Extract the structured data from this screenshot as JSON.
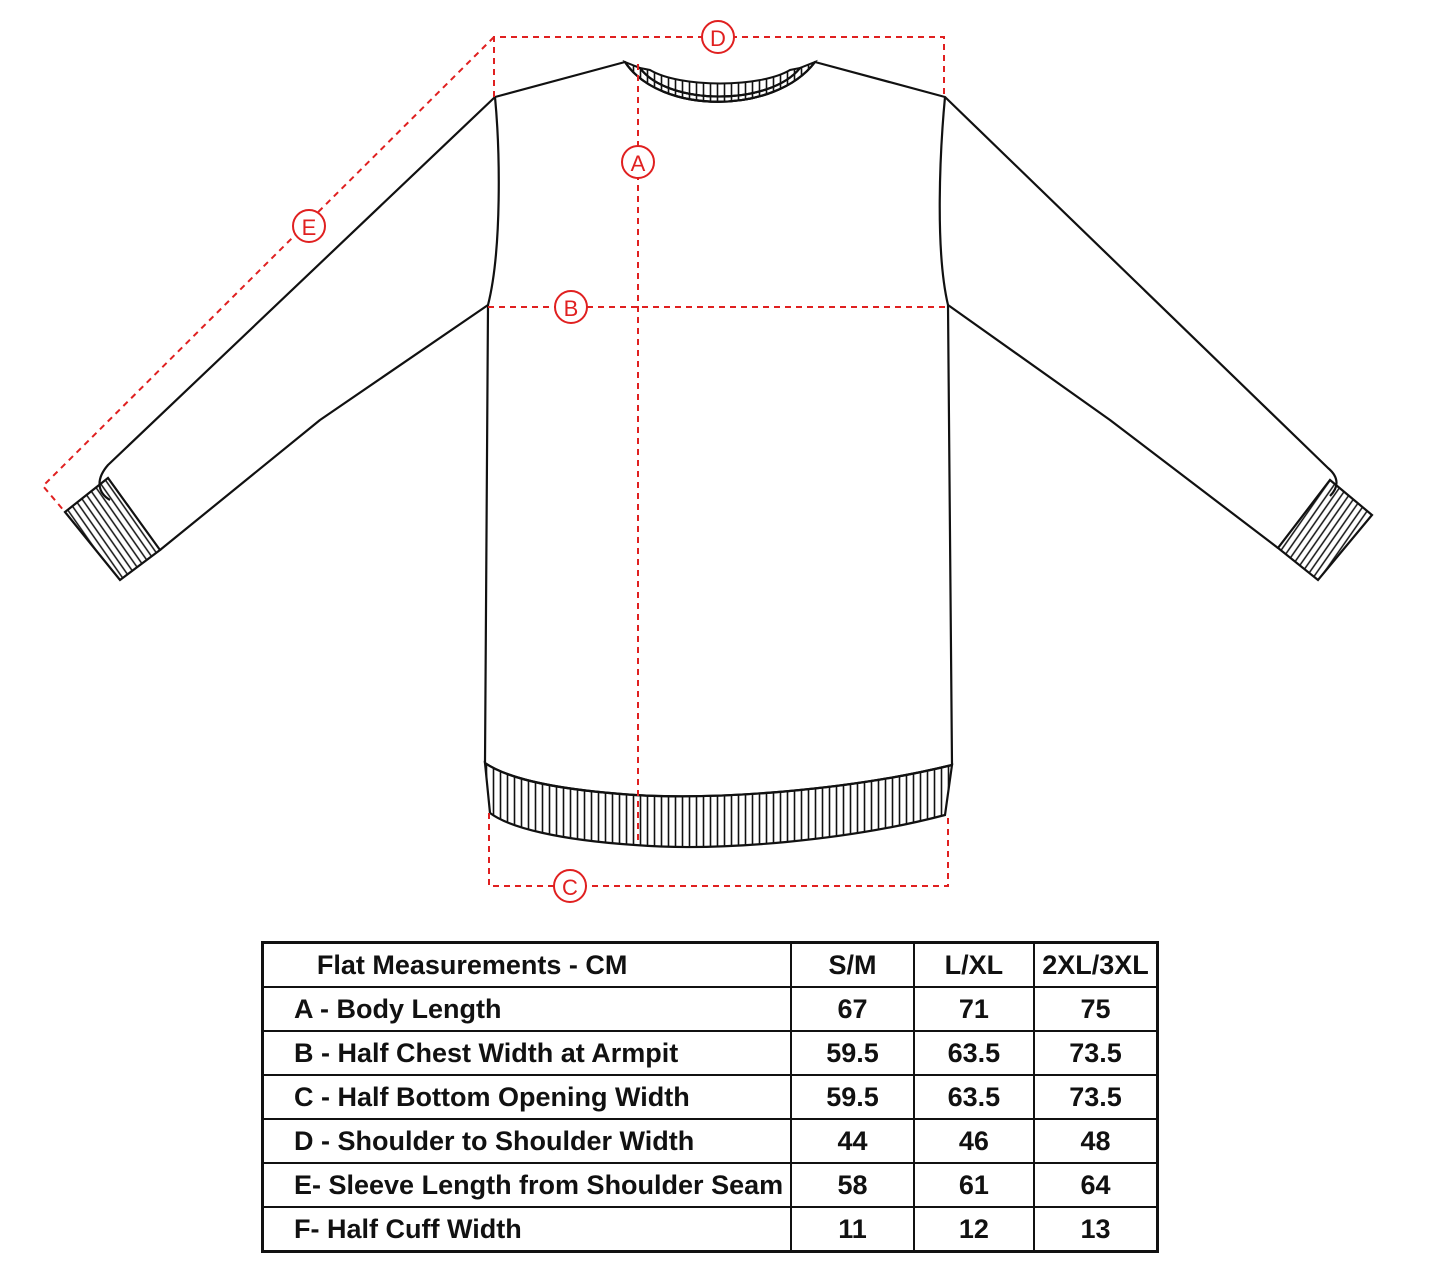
{
  "colors": {
    "outline": "#111111",
    "guide": "#e02020",
    "background": "#ffffff"
  },
  "markers": {
    "A": "A",
    "B": "B",
    "C": "C",
    "D": "D",
    "E": "E"
  },
  "table": {
    "header": {
      "label": "Flat Measurements - CM",
      "sizes": [
        "S/M",
        "L/XL",
        "2XL/3XL"
      ]
    },
    "rows": [
      {
        "label": "A - Body Length",
        "values": [
          "67",
          "71",
          "75"
        ]
      },
      {
        "label": "B - Half Chest Width at Armpit",
        "values": [
          "59.5",
          "63.5",
          "73.5"
        ]
      },
      {
        "label": "C - Half Bottom Opening Width",
        "values": [
          "59.5",
          "63.5",
          "73.5"
        ]
      },
      {
        "label": "D - Shoulder to Shoulder Width",
        "values": [
          "44",
          "46",
          "48"
        ]
      },
      {
        "label": "E- Sleeve Length from Shoulder Seam",
        "values": [
          "58",
          "61",
          "64"
        ]
      },
      {
        "label": "F- Half Cuff Width",
        "values": [
          "11",
          "12",
          "13"
        ]
      }
    ]
  }
}
